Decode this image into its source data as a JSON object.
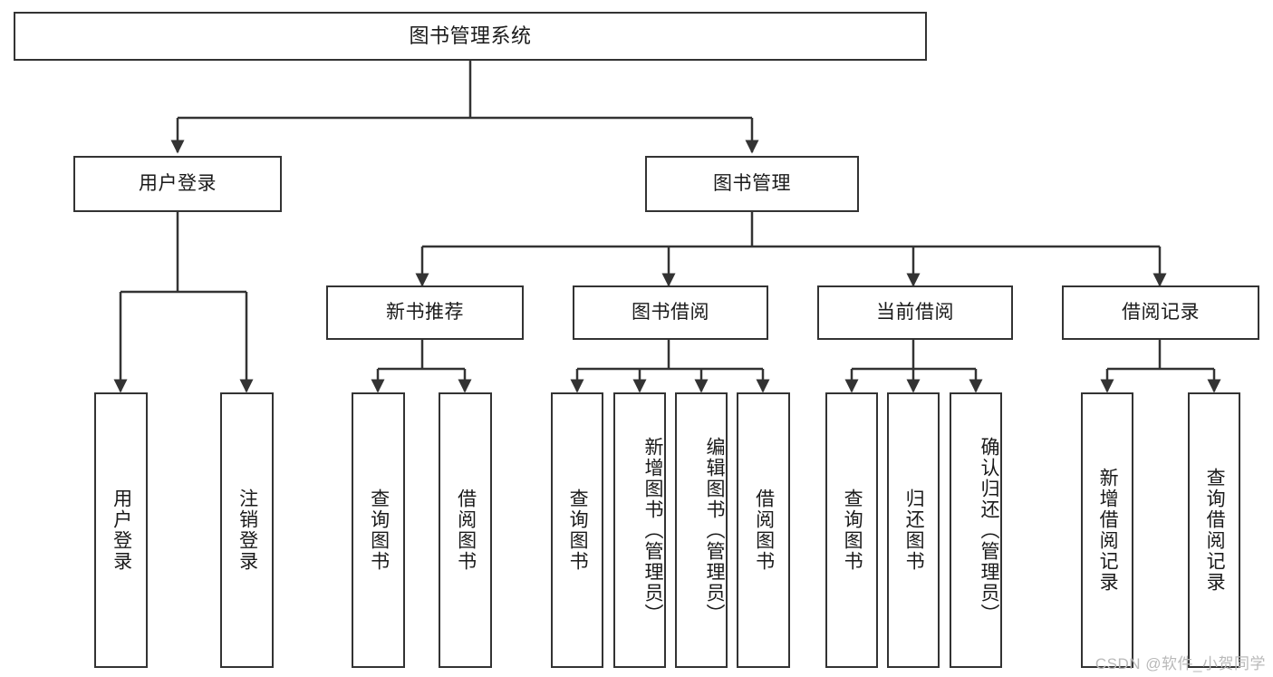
{
  "diagram": {
    "title": "图书管理系统",
    "root": {
      "label": "图书管理系统"
    },
    "level1": [
      {
        "label": "用户登录"
      },
      {
        "label": "图书管理"
      }
    ],
    "level2": [
      {
        "label": "新书推荐"
      },
      {
        "label": "图书借阅"
      },
      {
        "label": "当前借阅"
      },
      {
        "label": "借阅记录"
      }
    ],
    "leaves": [
      {
        "label": "用户登录",
        "parent": "用户登录"
      },
      {
        "label": "注销登录",
        "parent": "用户登录"
      },
      {
        "label": "查询图书",
        "parent": "新书推荐"
      },
      {
        "label": "借阅图书",
        "parent": "新书推荐"
      },
      {
        "label": "查询图书",
        "parent": "图书借阅"
      },
      {
        "label": "新增图书（管理员）",
        "parent": "图书借阅"
      },
      {
        "label": "编辑图书（管理员）",
        "parent": "图书借阅"
      },
      {
        "label": "借阅图书",
        "parent": "图书借阅"
      },
      {
        "label": "查询图书",
        "parent": "当前借阅"
      },
      {
        "label": "归还图书",
        "parent": "当前借阅"
      },
      {
        "label": "确认归还（管理员）",
        "parent": "当前借阅"
      },
      {
        "label": "新增借阅记录",
        "parent": "借阅记录"
      },
      {
        "label": "查询借阅记录",
        "parent": "借阅记录"
      }
    ],
    "colors": {
      "box_border": "#333333",
      "box_fill": "#ffffff",
      "edge": "#333333",
      "text": "#1a1a1a",
      "watermark": "#b9b9b9"
    }
  },
  "watermark": {
    "text": "CSDN @软件_小贺同学"
  }
}
